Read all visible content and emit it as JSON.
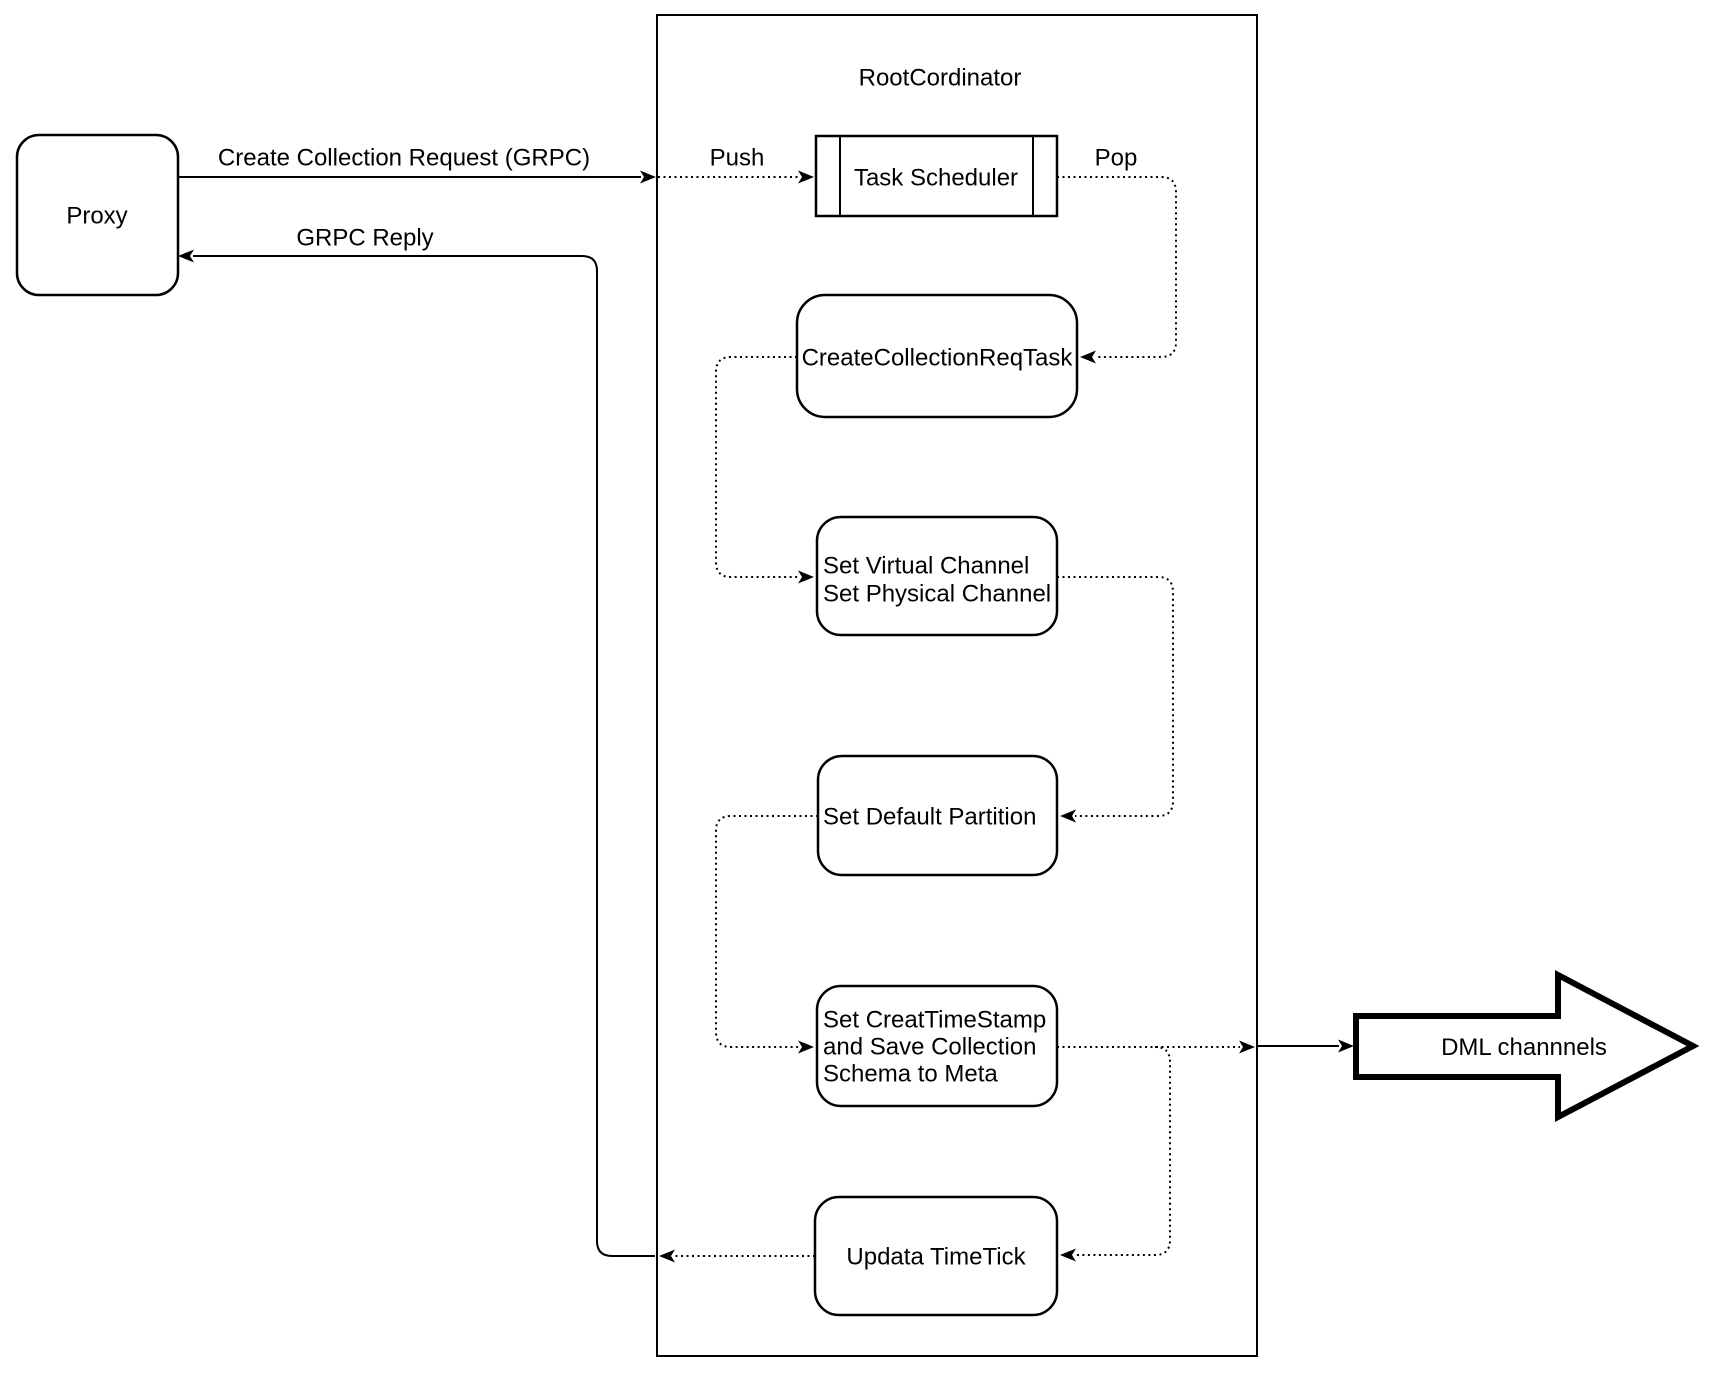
{
  "diagram": {
    "proxy_label": "Proxy",
    "edge_labels": {
      "create_collection_request": "Create Collection Request (GRPC)",
      "grpc_reply": "GRPC Reply",
      "push": "Push",
      "pop": "Pop"
    },
    "root_coordinator": {
      "title": "RootCordinator",
      "task_scheduler_label": "Task Scheduler",
      "create_collection_req_task_label": "CreateCollectionReqTask",
      "set_channel": {
        "line1": "Set Virtual Channel",
        "line2": "Set Physical Channel"
      },
      "set_default_partition_label": "Set Default Partition",
      "set_timestamp": {
        "line1": "Set CreatTimeStamp",
        "line2": "and Save Collection",
        "line3": "Schema to Meta"
      },
      "updata_timetick_label": "Updata TimeTick"
    },
    "dml_label": "DML channnels",
    "colors": {
      "stroke": "#000000",
      "background": "#ffffff"
    }
  }
}
